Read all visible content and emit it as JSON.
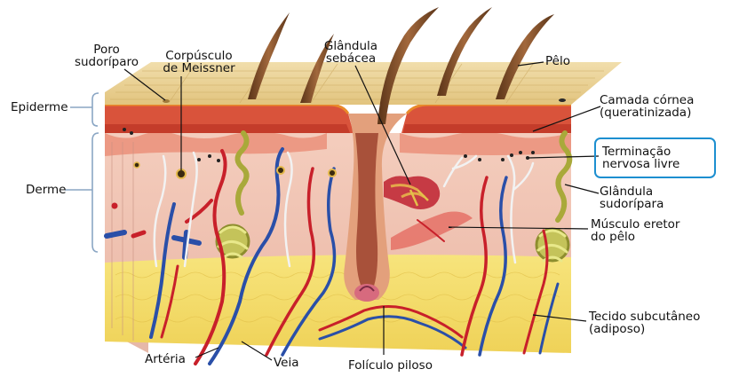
{
  "labels": {
    "poro_sudoriparo": [
      "Poro",
      "sudoríparo"
    ],
    "corpusculo_meissner": [
      "Corpúsculo",
      "de Meissner"
    ],
    "glandula_sebacea": [
      "Glândula",
      "sebácea"
    ],
    "pelo": "Pêlo",
    "epiderme": "Epiderme",
    "derme": "Derme",
    "camada_cornea": [
      "Camada córnea",
      "(queratinizada)"
    ],
    "terminacao_nervosa": [
      "Terminação",
      "nervosa livre"
    ],
    "glandula_sudoripara": [
      "Glândula",
      "sudorípara"
    ],
    "musculo_eretor": [
      "Músculo eretor",
      "do pêlo"
    ],
    "tecido_subcutaneo": [
      "Tecido subcutâneo",
      "(adiposo)"
    ],
    "arteria": "Artéria",
    "veia": "Veia",
    "foliculo_piloso": "Folículo piloso"
  },
  "colors": {
    "highlight_box": "#1d8fd0",
    "surface": "#ecd59a",
    "epidermis": "#d9533b",
    "dermis": "#f0c4b6",
    "fat": "#f5dd6c",
    "artery": "#c8202a",
    "vein": "#2a4fa8",
    "hair": "#7a4a28",
    "gland": "#b9bc4a"
  }
}
